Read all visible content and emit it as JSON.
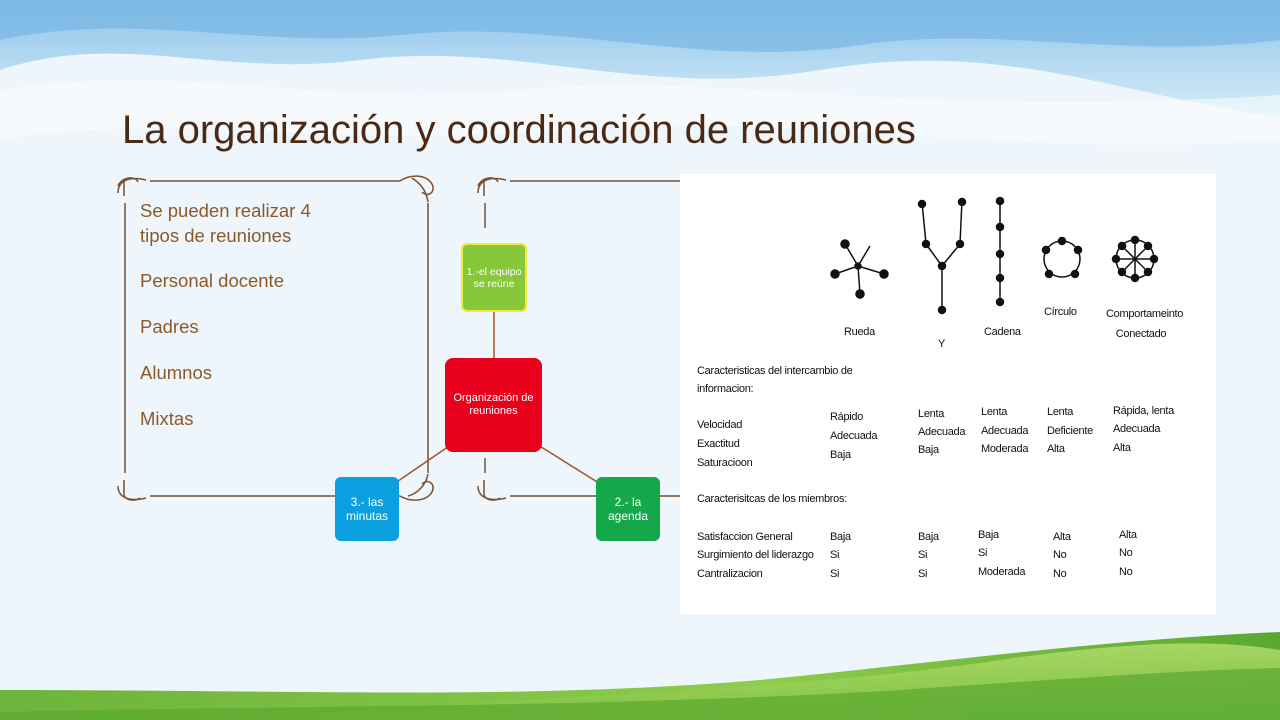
{
  "slide": {
    "title": "La organización y coordinación de reuniones"
  },
  "left_list": {
    "intro": "Se pueden realizar 4 tipos de reuniones",
    "items": [
      "Personal docente",
      "Padres",
      "Alumnos",
      "Mixtas"
    ]
  },
  "diagram": {
    "center": "Organización de reuniones",
    "nodes": [
      {
        "label": "1.-el equipo se reúne",
        "color": "#86c83a"
      },
      {
        "label": "2.- la agenda",
        "color": "#14a84a"
      },
      {
        "label": "3.- las minutas",
        "color": "#0aa0e0"
      }
    ],
    "center_color": "#e8001c"
  },
  "figure": {
    "networks": [
      "Rueda",
      "Y",
      "Cadena",
      "Círculo",
      "Comportameinto Conectado"
    ],
    "section1_title": "Caracteristicas del intercambio de informacion:",
    "section1_rows": [
      "Velocidad",
      "Exactitud",
      "Saturacioon"
    ],
    "section1_values": [
      [
        "Rápido",
        "Adecuada",
        "Baja"
      ],
      [
        "Lenta",
        "Adecuada",
        "Baja"
      ],
      [
        "Lenta",
        "Adecuada",
        "Moderada"
      ],
      [
        "Lenta",
        "Deficiente",
        "Alta"
      ],
      [
        "Rápida, lenta",
        "Adecuada",
        "Alta"
      ]
    ],
    "section2_title": "Caracterisitcas de los miembros:",
    "section2_rows": [
      "Satisfaccion General",
      "Surgimiento del liderazgo",
      "Cantralizacion"
    ],
    "section2_values": [
      [
        "Baja",
        "Si",
        "Si"
      ],
      [
        "Baja",
        "Si",
        "Si"
      ],
      [
        "Baja",
        "Si",
        "Moderada"
      ],
      [
        "Alta",
        "No",
        "No"
      ],
      [
        "Alta",
        "No",
        "No"
      ]
    ]
  },
  "colors": {
    "title": "#4a2a14",
    "list_text": "#8a5a2a",
    "frame": "#7a5030",
    "connector": "#a0522d"
  }
}
